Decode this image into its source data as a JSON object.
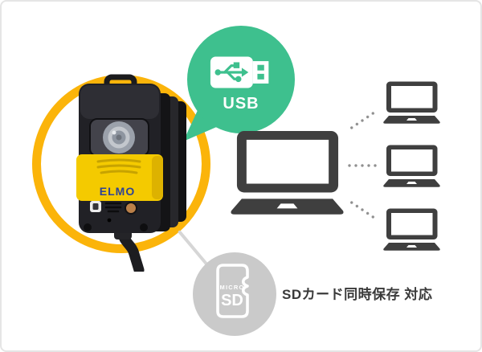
{
  "card": {
    "background": "#ffffff",
    "border_color": "#e5e5e5"
  },
  "usb_bubble": {
    "label": "USB",
    "bubble_color": "#3ec08e",
    "icon_name": "usb-drive-icon"
  },
  "device": {
    "kind": "wearable-camera-photo",
    "brand_logo": "ELMO",
    "ring_color": "#fbb40a",
    "body_color": "#212126",
    "band_color": "#f4ca00"
  },
  "network": {
    "laptop_color": "#3f3f3f",
    "dots_color": "#8f8f8f",
    "main_laptop": "laptop-icon",
    "client_laptop_count": 3
  },
  "sd_badge": {
    "micro_label": "MICRO",
    "sd_label": "SD",
    "circle_color": "#cacaca",
    "icon_name": "micro-sd-card-icon"
  },
  "caption": {
    "text": "SDカード同時保存 対応",
    "color": "#3a3a3a"
  }
}
